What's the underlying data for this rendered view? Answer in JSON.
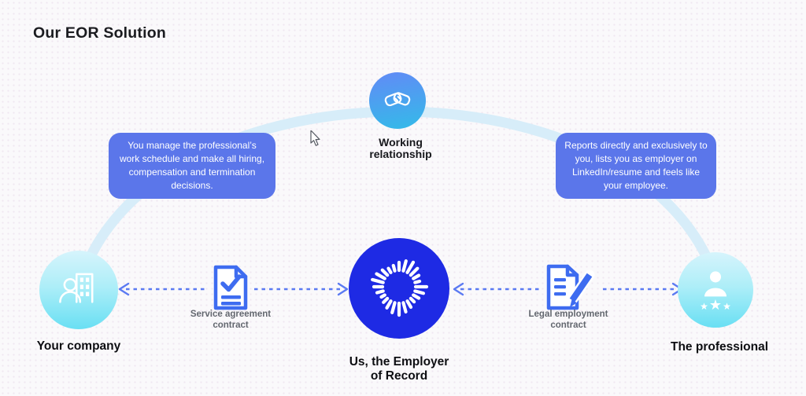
{
  "title": "Our EOR Solution",
  "working_relationship": {
    "lines": [
      "Working",
      "relationship"
    ]
  },
  "callout_left": {
    "text": "You manage the professional’s work schedule and make all hiring, compensation and termination decisions."
  },
  "callout_right": {
    "text": "Reports directly and exclusively to you, lists you as employer on LinkedIn/resume and feels like your employee."
  },
  "company": {
    "label": "Your company"
  },
  "eor": {
    "lines": [
      "Us, the Employer",
      "of Record"
    ]
  },
  "professional": {
    "label": "The professional"
  },
  "service_contract": {
    "lines": [
      "Service agreement",
      "contract"
    ]
  },
  "legal_contract": {
    "lines": [
      "Legal employment",
      "contract"
    ]
  },
  "icons": {
    "star": "★"
  },
  "colors": {
    "background": "#faf9fb",
    "title_text": "#1b1c20",
    "callout_blue": "#5b76ea",
    "callout_text": "#ffffff",
    "arc_blue": "#d7edf9",
    "handshake_blue_top": "#5e8ef5",
    "handshake_cyan_bottom": "#35b9e9",
    "cyan_top": "#d6f4fc",
    "cyan_bottom": "#69dff3",
    "eor_blue": "#1e2ae4",
    "doc_blue": "#3e6cf0",
    "dash_blue": "#5b7af2",
    "connector_label_gray": "#63676f",
    "label_dark": "#0d0e12"
  }
}
